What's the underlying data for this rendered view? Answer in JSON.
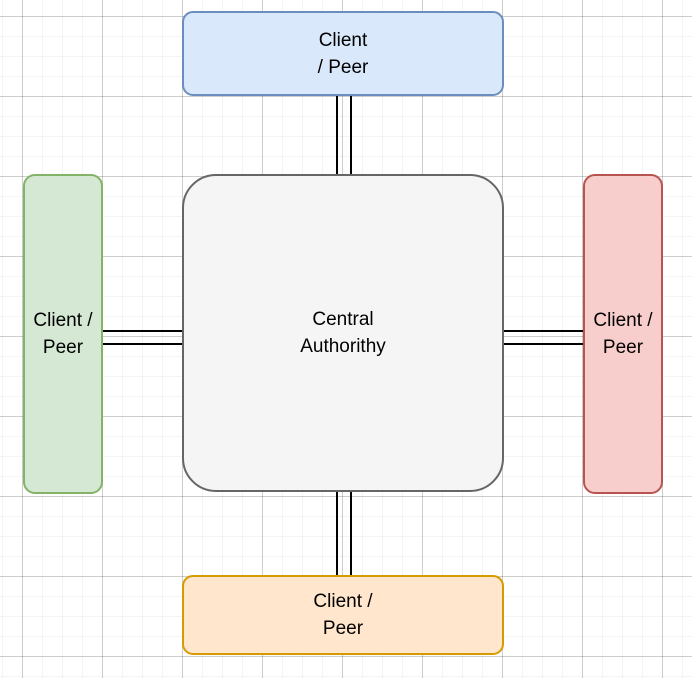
{
  "diagram": {
    "title": "Central Authority network topology",
    "background": {
      "color": "#ffffff",
      "grid_minor_color": "#f0f0f0",
      "grid_major_color": "#d9d9d9",
      "grid_minor_size": 20,
      "grid_major_size": 80
    },
    "nodes": [
      {
        "id": "center",
        "label": "Central\nAuthorithy",
        "fill": "#f5f5f5",
        "stroke": "#666666",
        "text_color": "#000000",
        "shape": "rounded-rectangle"
      },
      {
        "id": "top",
        "label": "Client\n/ Peer",
        "fill": "#dae8fc",
        "stroke": "#6c8ebf",
        "text_color": "#000000",
        "shape": "rounded-rectangle"
      },
      {
        "id": "left",
        "label": "Client /\nPeer",
        "fill": "#d5e8d4",
        "stroke": "#82b366",
        "text_color": "#000000",
        "shape": "rounded-rectangle"
      },
      {
        "id": "right",
        "label": "Client /\nPeer",
        "fill": "#f8cecc",
        "stroke": "#b85450",
        "text_color": "#000000",
        "shape": "rounded-rectangle"
      },
      {
        "id": "bottom",
        "label": "Client /\nPeer",
        "fill": "#ffe6cc",
        "stroke": "#d79b00",
        "text_color": "#000000",
        "shape": "rounded-rectangle"
      }
    ],
    "connectors": [
      {
        "id": "top-to-center",
        "from": "top",
        "to": "center",
        "style": "double-line",
        "color": "#000000",
        "orientation": "vertical"
      },
      {
        "id": "bottom-to-center",
        "from": "bottom",
        "to": "center",
        "style": "double-line",
        "color": "#000000",
        "orientation": "vertical"
      },
      {
        "id": "left-to-center",
        "from": "left",
        "to": "center",
        "style": "double-line",
        "color": "#000000",
        "orientation": "horizontal"
      },
      {
        "id": "right-to-center",
        "from": "right",
        "to": "center",
        "style": "double-line",
        "color": "#000000",
        "orientation": "horizontal"
      }
    ]
  }
}
